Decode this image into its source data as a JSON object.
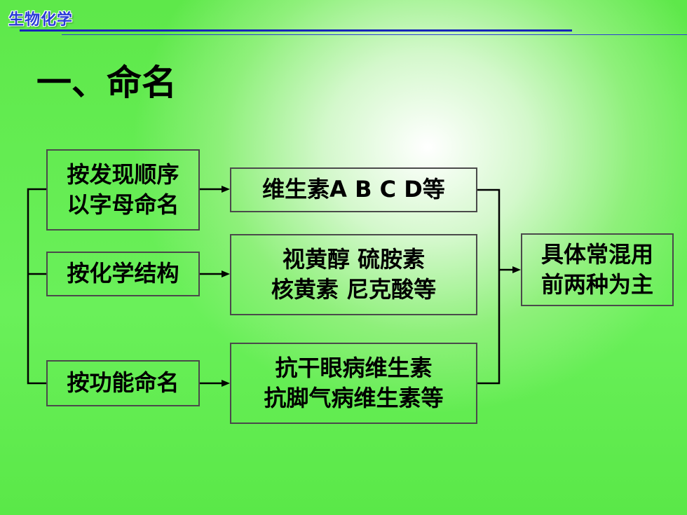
{
  "header": {
    "logo_text": "生物化学"
  },
  "slide": {
    "title": "一、命名"
  },
  "diagram": {
    "methods": [
      {
        "label": "按发现顺序\n以字母命名"
      },
      {
        "label": "按化学结构"
      },
      {
        "label": "按功能命名"
      }
    ],
    "examples": [
      {
        "label": "维生素A  B  C  D等"
      },
      {
        "label": "视黄醇  硫胺素\n核黄素  尼克酸等"
      },
      {
        "label": "抗干眼病维生素\n抗脚气病维生素等"
      }
    ],
    "conclusion": {
      "label": "具体常混用\n前两种为主"
    }
  },
  "colors": {
    "accent": "#2a3bd6",
    "line": "#000000",
    "background": "#66ee55"
  }
}
